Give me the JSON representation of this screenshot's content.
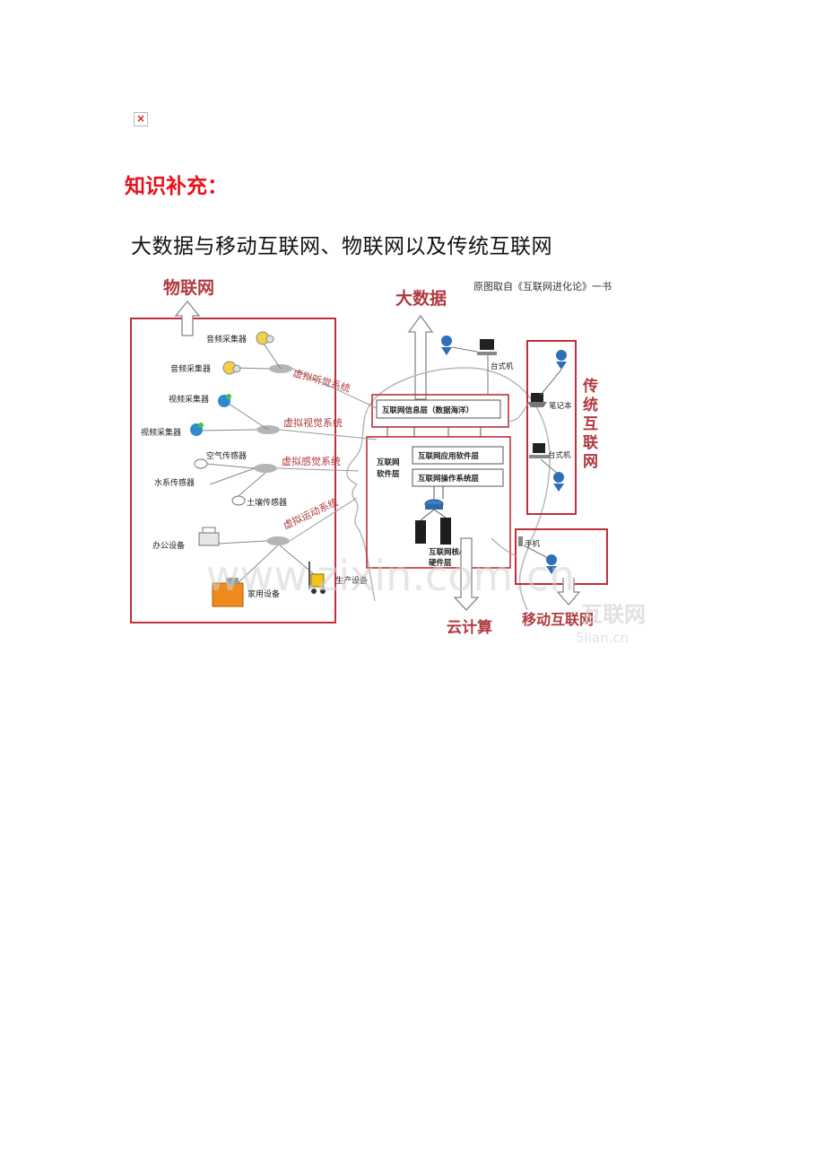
{
  "heading": "知识补充：",
  "subtitle": "大数据与移动互联网、物联网以及传统互联网",
  "diagram": {
    "source_note": "原图取自《互联网进化论》一书",
    "iot_title": "物联网",
    "bigdata_title": "大数据",
    "traditional_title": [
      "传",
      "统",
      "互",
      "联",
      "网"
    ],
    "cloud_title": "云计算",
    "mobile_title": "移动互联网",
    "systems": [
      "虚拟听觉系统",
      "虚拟视觉系统",
      "虚拟感觉系统",
      "虚拟运动系统"
    ],
    "devices": {
      "audio1": "音频采集器",
      "audio2": "音频采集器",
      "video1": "视频采集器",
      "video2": "视频采集器",
      "air": "空气传感器",
      "water": "水系传感器",
      "soil": "土壤传感器",
      "office": "办公设备",
      "home": "家用设备",
      "production": "生产设备"
    },
    "layers": {
      "info": "互联网信息层（数据海洋）",
      "software_1": "互联网",
      "software_2": "软件层",
      "app": "互联网应用软件层",
      "os": "互联网操作系统层",
      "hardware_1": "互联网核心",
      "hardware_2": "硬件层"
    },
    "terminals": {
      "desktop_top": "台式机",
      "laptop": "笔记本",
      "desktop_right": "台式机",
      "phone": "手机"
    },
    "watermark": "www.zixin.com.cn",
    "watermark2_1": "互联网",
    "watermark2_2": "5lian.cn"
  },
  "colors": {
    "red_text": "#e8111b",
    "frame_red": "#c0303a",
    "diagram_red": "#b03a3f",
    "line_gray": "#9a9a9a"
  }
}
